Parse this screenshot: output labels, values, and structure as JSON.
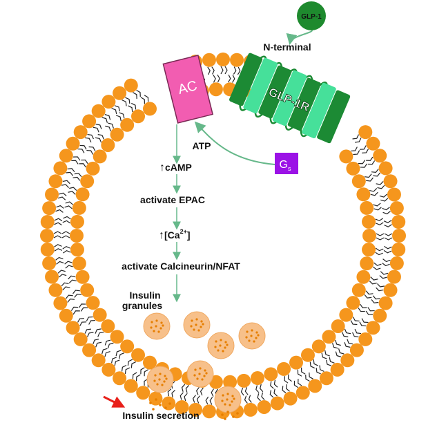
{
  "labels": {
    "glp1": "GLP-1",
    "n_terminal": "N-terminal",
    "ac": "AC",
    "receptor": "GLP-1R",
    "gs_main": "G",
    "gs_sub": "s",
    "atp": "ATP",
    "camp": "cAMP",
    "activate_epac": "activate EPAC",
    "ca_open": "[Ca",
    "ca_sup": "2+",
    "ca_close": "]",
    "activate_calcineurin": "activate Calcineurin/NFAT",
    "insulin_granules_1": "Insulin",
    "insulin_granules_2": "granules",
    "insulin_secretion": "Insulin secretion"
  },
  "colors": {
    "lipid_head": "#f5961d",
    "lipid_tail": "#222222",
    "glp1": "#1e8a2e",
    "ac": "#f25db1",
    "receptor_dark": "#1c8a34",
    "receptor_light": "#46e09a",
    "gs": "#9b12e6",
    "arrow_line": "#66b88a",
    "granule": "#f7c08a",
    "granule_dot": "#e67e00",
    "secretion_arrow": "#e8201a"
  }
}
